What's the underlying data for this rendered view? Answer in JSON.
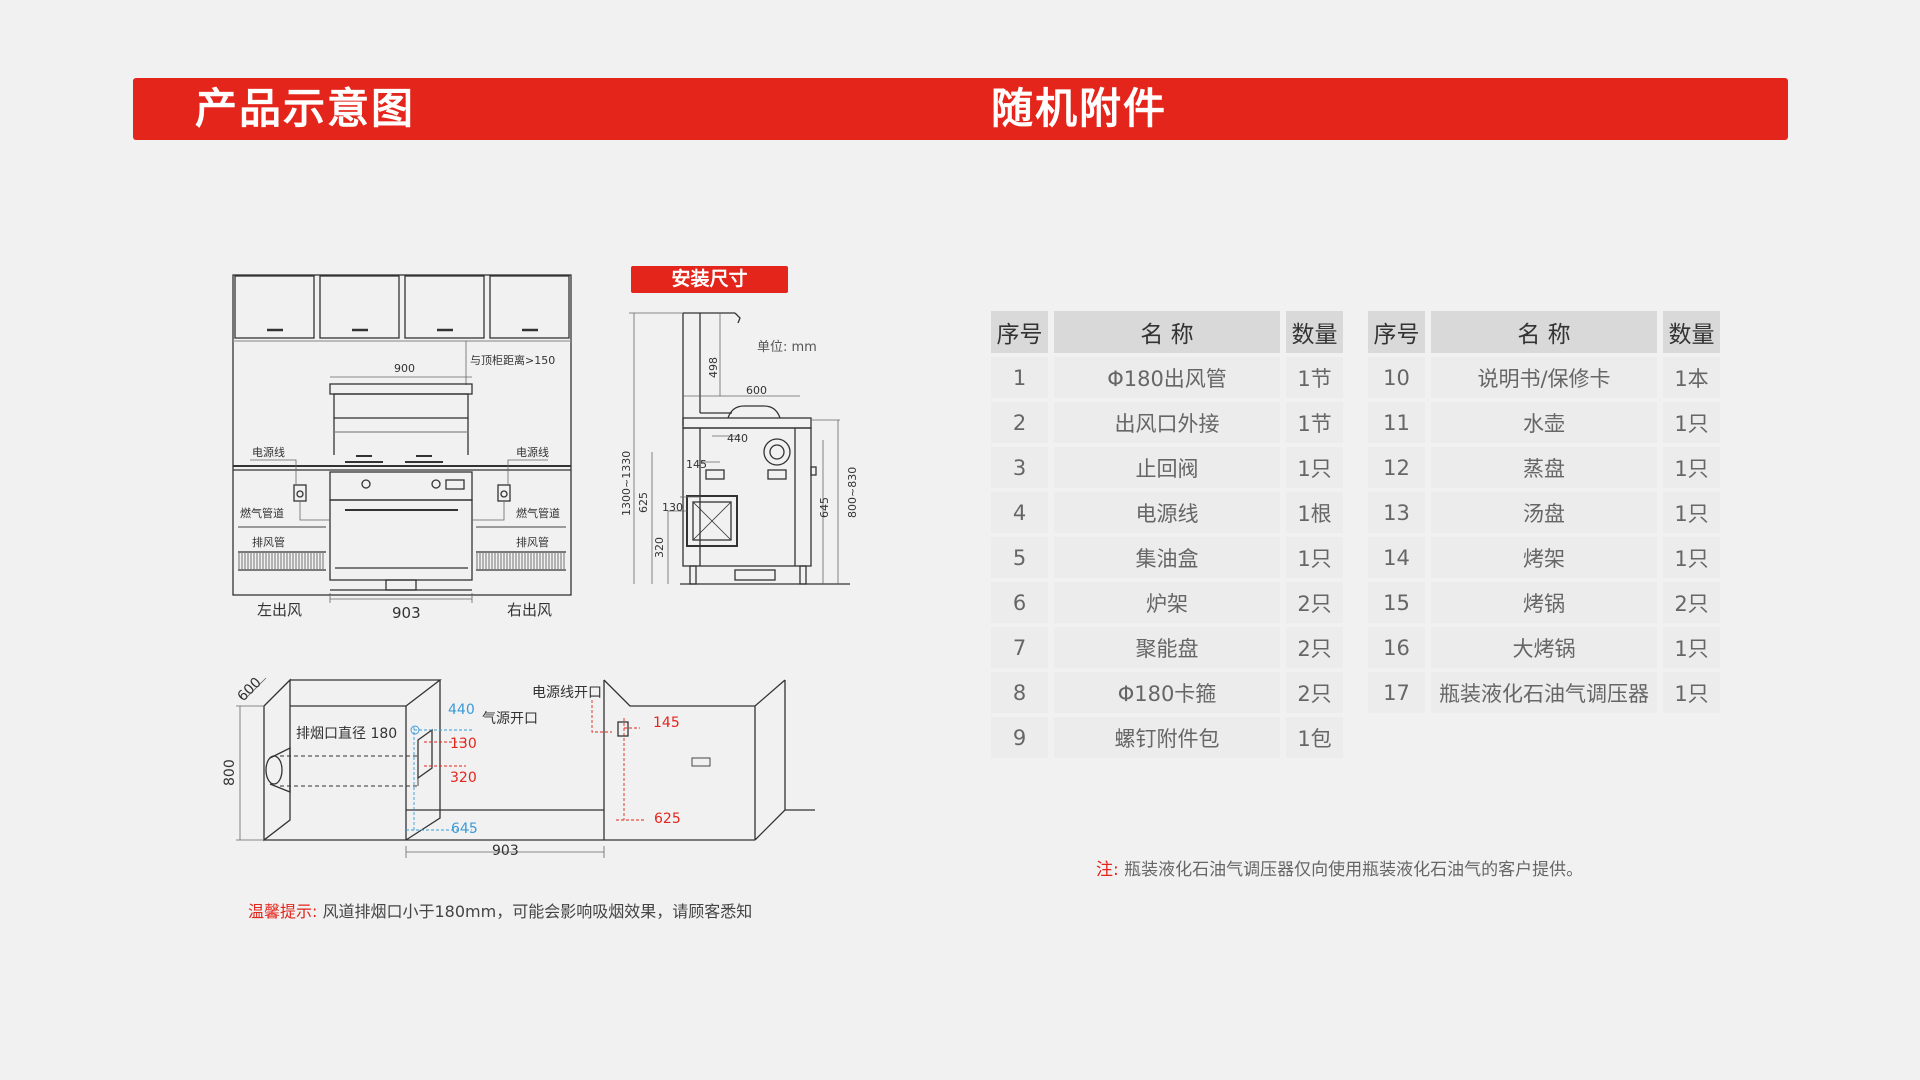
{
  "header": {
    "left_title": "产品示意图",
    "right_title": "随机附件"
  },
  "front_view": {
    "top_clearance": "与顶柜距离>150",
    "width_900": "900",
    "power_left": "电源线",
    "power_right": "电源线",
    "gas_left": "燃气管道",
    "gas_right": "燃气管道",
    "exhaust_left": "排风管",
    "exhaust_right": "排风管",
    "left_outlet": "左出风",
    "right_outlet": "右出风",
    "width_903": "903"
  },
  "side_view": {
    "badge": "安装尺寸",
    "unit": "单位: mm",
    "dims": {
      "d498": "498",
      "d600": "600",
      "d440": "440",
      "d145": "145",
      "d130": "130",
      "d1300_1330": "1300~1330",
      "d625": "625",
      "d320": "320",
      "d645": "645",
      "d800_830": "800~830"
    }
  },
  "cabinet_plan": {
    "d600": "600",
    "d800": "800",
    "d440": "440",
    "d130": "130",
    "d320": "320",
    "d645": "645",
    "d903": "903",
    "d145": "145",
    "d625": "625",
    "exhaust_diameter": "排烟口直径 180",
    "gas_opening": "气源开口",
    "power_opening": "电源线开口"
  },
  "table_headers": {
    "no": "序号",
    "name": "名 称",
    "qty": "数量"
  },
  "accessories_left": [
    {
      "no": "1",
      "name": "Φ180出风管",
      "qty": "1节"
    },
    {
      "no": "2",
      "name": "出风口外接",
      "qty": "1节"
    },
    {
      "no": "3",
      "name": "止回阀",
      "qty": "1只"
    },
    {
      "no": "4",
      "name": "电源线",
      "qty": "1根"
    },
    {
      "no": "5",
      "name": "集油盒",
      "qty": "1只"
    },
    {
      "no": "6",
      "name": "炉架",
      "qty": "2只"
    },
    {
      "no": "7",
      "name": "聚能盘",
      "qty": "2只"
    },
    {
      "no": "8",
      "name": "Φ180卡箍",
      "qty": "2只"
    },
    {
      "no": "9",
      "name": "螺钉附件包",
      "qty": "1包"
    }
  ],
  "accessories_right": [
    {
      "no": "10",
      "name": "说明书/保修卡",
      "qty": "1本"
    },
    {
      "no": "11",
      "name": "水壶",
      "qty": "1只"
    },
    {
      "no": "12",
      "name": "蒸盘",
      "qty": "1只"
    },
    {
      "no": "13",
      "name": "汤盘",
      "qty": "1只"
    },
    {
      "no": "14",
      "name": "烤架",
      "qty": "1只"
    },
    {
      "no": "15",
      "name": "烤锅",
      "qty": "2只"
    },
    {
      "no": "16",
      "name": "大烤锅",
      "qty": "1只"
    },
    {
      "no": "17",
      "name": "瓶装液化石油气调压器",
      "qty": "1只"
    }
  ],
  "notes": {
    "right_label": "注:",
    "right_text": "瓶装液化石油气调压器仅向使用瓶装液化石油气的客户提供。",
    "left_label": "温馨提示:",
    "left_text": "风道排烟口小于180mm，可能会影响吸烟效果，请顾客悉知"
  },
  "colors": {
    "brand_red": "#e4251b",
    "dim_blue": "#3a9ad9",
    "dim_red": "#e4251b"
  }
}
